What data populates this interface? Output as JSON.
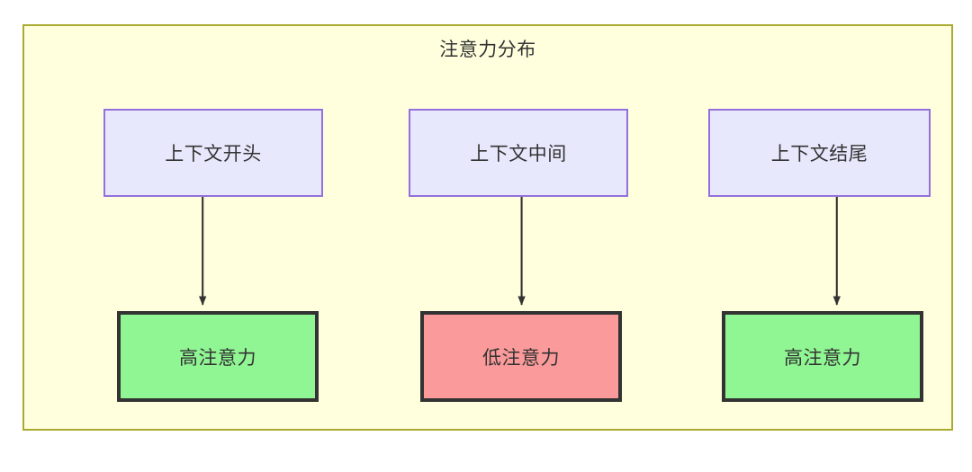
{
  "diagram": {
    "title": "注意力分布",
    "container": {
      "fill": "#ffffde",
      "stroke": "#aaaa33"
    },
    "nodes_top": [
      {
        "id": "context-start",
        "label": "上下文开头",
        "fill": "#e8e8fd",
        "stroke": "#9370db"
      },
      {
        "id": "context-middle",
        "label": "上下文中间",
        "fill": "#e8e8fd",
        "stroke": "#9370db"
      },
      {
        "id": "context-end",
        "label": "上下文结尾",
        "fill": "#e8e8fd",
        "stroke": "#9370db"
      }
    ],
    "nodes_bottom": [
      {
        "id": "high-attention-left",
        "label": "高注意力",
        "fill": "#90f593",
        "stroke": "#333333"
      },
      {
        "id": "low-attention",
        "label": "低注意力",
        "fill": "#fb9a9a",
        "stroke": "#333333"
      },
      {
        "id": "high-attention-right",
        "label": "高注意力",
        "fill": "#90f593",
        "stroke": "#333333"
      }
    ],
    "edges": [
      {
        "from": "context-start",
        "to": "high-attention-left",
        "label": "",
        "style": "solid-arrow"
      },
      {
        "from": "context-middle",
        "to": "low-attention",
        "label": "",
        "style": "solid-arrow"
      },
      {
        "from": "context-end",
        "to": "high-attention-right",
        "label": "",
        "style": "solid-arrow"
      }
    ],
    "edge_color": "#333333"
  }
}
